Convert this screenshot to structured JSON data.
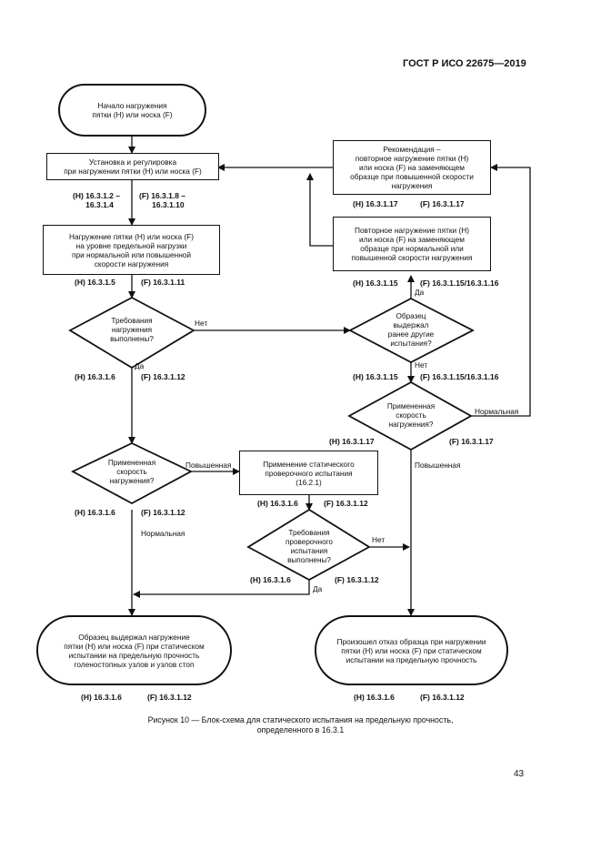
{
  "header": {
    "standard": "ГОСТ Р ИСО 22675—2019"
  },
  "boxes": {
    "start": "Начало нагружения\nпятки (H) или носка (F)",
    "setup": "Установка и регулировка\nпри нагружении пятки (H) или носка (F)",
    "load": "Нагружение пятки (H) или носка (F)\nна уровне предельной нагрузки\nпри нормальной или повышенной\nскорости нагружения",
    "recommend": "Рекомендация –\nповторное нагружение пятки (H)\nили носка (F) на заменяющем\nобразце при повышенной скорости\nнагружения",
    "repeat": "Повторное нагружение пятки (H)\nили носка (F) на заменяющем\nобразце при нормальной или\nповышенной скорости нагружения",
    "static_check": "Применение статического\nпроверочного испытания\n(16.2.1)",
    "end_pass": "Образец выдержал нагружение\nпятки (H) или носка (F) при статическом\nиспытании на предельную прочность\nголеностопных узлов и узлов стоп",
    "end_fail": "Произошел отказ образца при нагружении\nпятки (H) или носка (F) при статическом\nиспытании на предельную прочность"
  },
  "diamonds": {
    "req_met": "Требования\nнагружения\nвыполнены?",
    "survived": "Образец\nвыдержал\nранее другие\nиспытания?",
    "rate_applied_right": "Примененная\nскорость\nнагружения?",
    "rate_applied_left": "Примененная\nскорость\nнагружения?",
    "proof_met": "Требования\nпроверочного\nиспытания\nвыполнены?"
  },
  "refs": {
    "r1a": "(H) 16.3.1.2 –\n      16.3.1.4",
    "r1b": "(F) 16.3.1.8 –\n      16.3.1.10",
    "r2a": "(H) 16.3.1.5",
    "r2b": "(F) 16.3.1.11",
    "r3a": "(H) 16.3.1.6",
    "r3b": "(F) 16.3.1.12",
    "r4a": "(H) 16.3.1.6",
    "r4b": "(F) 16.3.1.12",
    "r5a": "(H) 16.3.1.6",
    "r5b": "(F) 16.3.1.12",
    "r6a": "(H) 16.3.1.6",
    "r6b": "(F) 16.3.1.12",
    "r7a": "(H) 16.3.1.6",
    "r7b": "(F) 16.3.1.12",
    "rr1a": "(H) 16.3.1.17",
    "rr1b": "(F) 16.3.1.17",
    "rr2a": "(H) 16.3.1.15",
    "rr2b": "(F) 16.3.1.15/16.3.1.16",
    "rr3a": "(H) 16.3.1.15",
    "rr3b": "(F) 16.3.1.15/16.3.1.16",
    "rr4a": "(H) 16.3.1.17",
    "rr4b": "(F) 16.3.1.17",
    "rr5a": "(H) 16.3.1.6",
    "rr5b": "(F) 16.3.1.12"
  },
  "labels": {
    "no1": "Нет",
    "yes1": "Да",
    "yes2": "Да",
    "no2": "Нет",
    "normal_right": "Нормальная",
    "higher_right": "Повышенная",
    "higher_left": "Повышенная",
    "normal_left": "Нормальная",
    "no3": "Нет",
    "yes3": "Да"
  },
  "caption": "Рисунок 10 — Блок-схема для статического испытания на предельную прочность,\nопределенного в 16.3.1",
  "page_number": "43"
}
